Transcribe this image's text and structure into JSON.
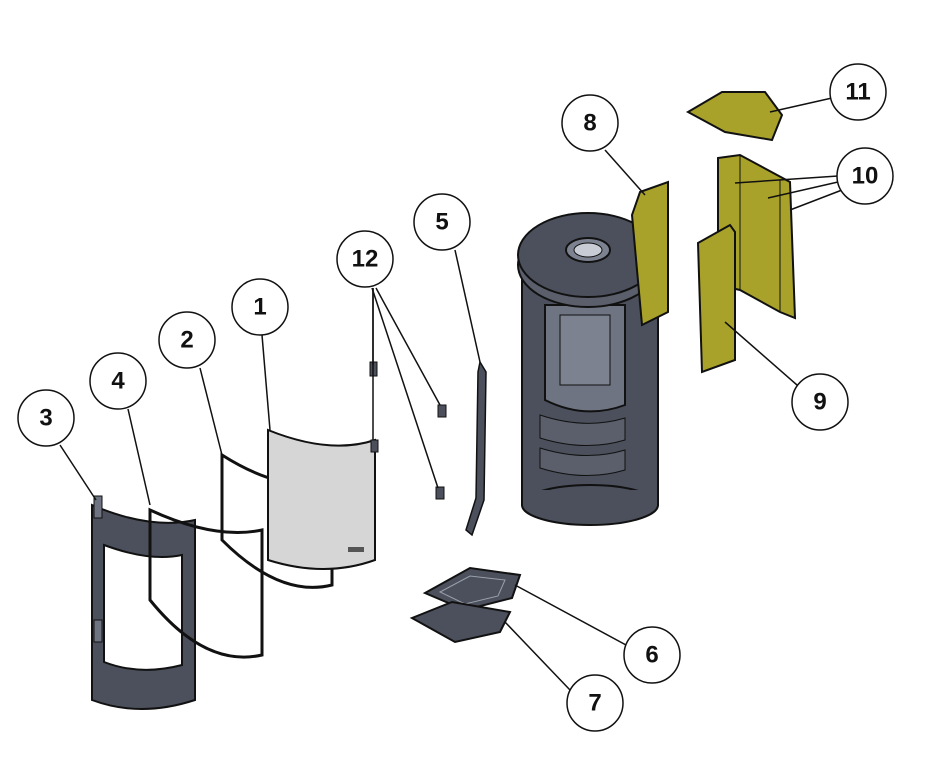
{
  "colors": {
    "stove_body": "#4b505c",
    "stove_light": "#6e7482",
    "liner": "#a9a22a",
    "liner_dark": "#857f1e",
    "glass": "#d6d6d6",
    "line": "#111111"
  },
  "callouts": [
    {
      "label": "1",
      "part": "glass"
    },
    {
      "label": "2",
      "part": "glass-gasket"
    },
    {
      "label": "3",
      "part": "door-frame"
    },
    {
      "label": "4",
      "part": "door-gasket"
    },
    {
      "label": "5",
      "part": "door-handle"
    },
    {
      "label": "6",
      "part": "grate"
    },
    {
      "label": "7",
      "part": "ash-tray"
    },
    {
      "label": "8",
      "part": "side-liner"
    },
    {
      "label": "9",
      "part": "side-liner"
    },
    {
      "label": "10",
      "part": "back-liner"
    },
    {
      "label": "11",
      "part": "top-baffle"
    },
    {
      "label": "12",
      "part": "glass-clips"
    }
  ]
}
